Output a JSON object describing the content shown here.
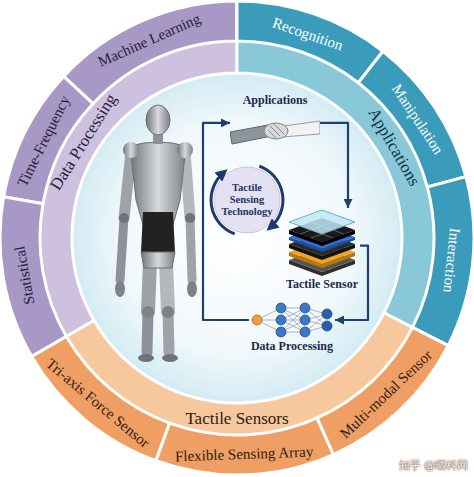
{
  "diagram": {
    "nodes": [
      {
        "text": [
          "Data Processing"
        ]
      },
      {
        "text": [
          "Machine Learning"
        ],
        "in": 0
      },
      {
        "text": [
          "Time-Frequency"
        ],
        "in": 0
      },
      {
        "text": [
          "Statistical"
        ],
        "in": 0
      },
      {
        "text": [
          "Applications"
        ]
      },
      {
        "text": [
          "Recognition"
        ],
        "in": 4
      },
      {
        "text": [
          "Manipulation"
        ],
        "in": 4
      },
      {
        "text": [
          "Interaction"
        ],
        "in": 4
      },
      {
        "text": [
          "Tactile Sensors"
        ]
      },
      {
        "text": [
          "Tri-axis Force Sensor"
        ],
        "in": 8
      },
      {
        "text": [
          "Flexible Sensing Array"
        ],
        "in": 8
      },
      {
        "text": [
          "Multi-modal Sensor"
        ],
        "in": 8
      },
      {
        "text": [
          "Tactile Sensing Technology"
        ]
      },
      {
        "text": [
          "Applications"
        ]
      },
      {
        "text": [
          "Tactile Sensor"
        ]
      },
      {
        "text": [
          "Data Processing"
        ]
      }
    ],
    "edges": [
      {
        "from": 13,
        "to": 14,
        "arrow": "to"
      },
      {
        "from": 14,
        "to": 15,
        "arrow": "to"
      },
      {
        "from": 15,
        "to": 13,
        "arrow": "to"
      }
    ],
    "labels": [
      "知乎 @晒科网"
    ]
  }
}
